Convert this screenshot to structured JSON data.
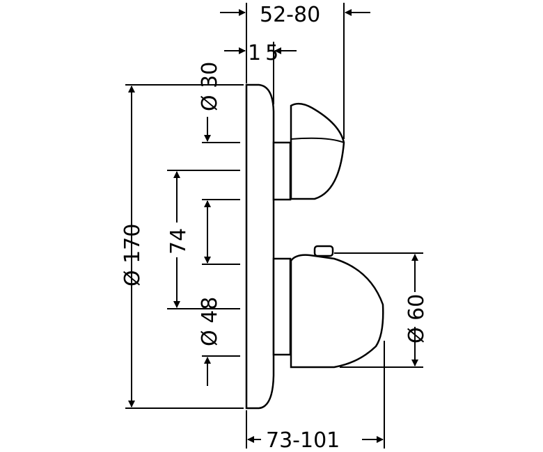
{
  "dimensions": {
    "knob_projection": "52-80",
    "plate_gap": "15",
    "upper_knob_diameter": "Ø 30",
    "plate_diameter": "Ø 170",
    "center_distance": "74",
    "lower_spindle_diameter": "Ø 48",
    "lower_knob_diameter": "Ø 60",
    "total_projection": "73-101"
  }
}
